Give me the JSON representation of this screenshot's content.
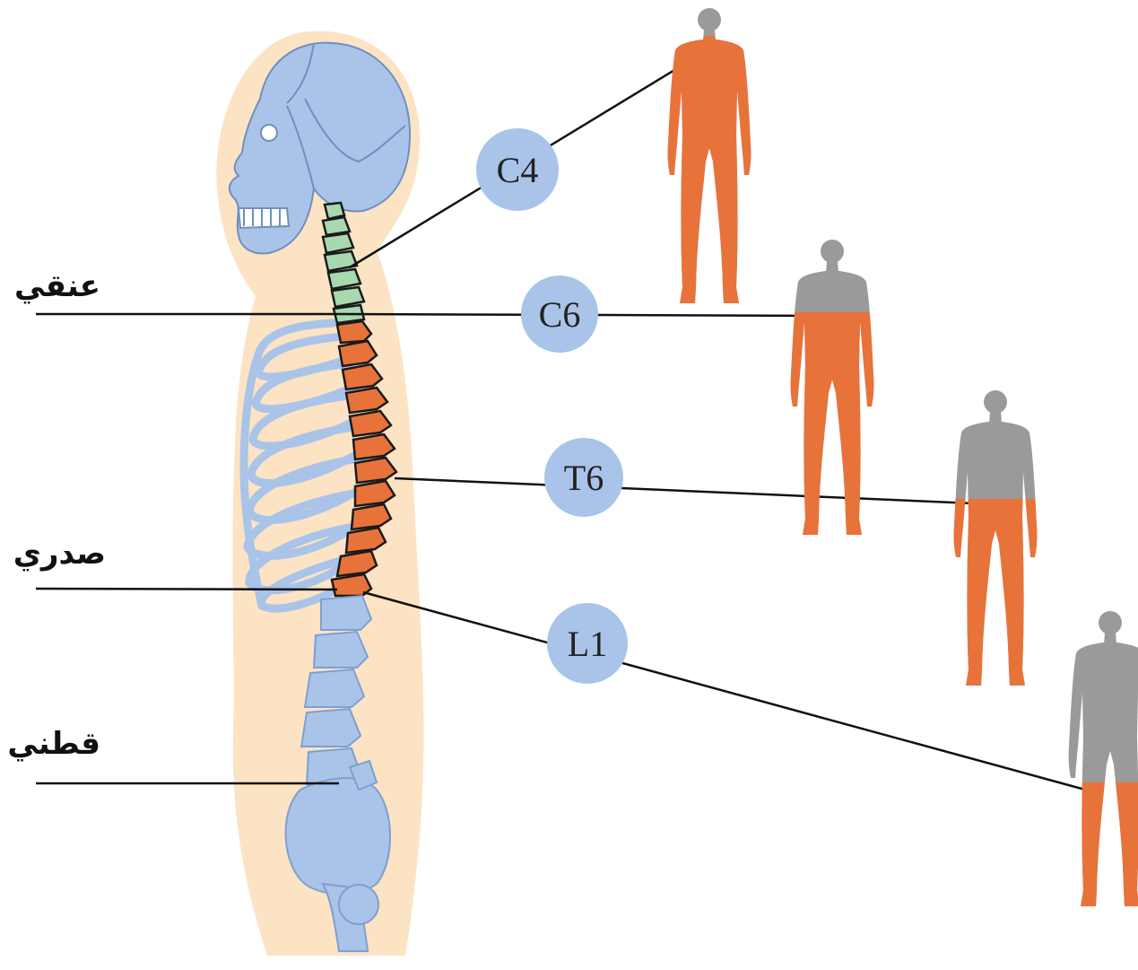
{
  "regions": [
    {
      "id": "cervical",
      "label": "عنقي"
    },
    {
      "id": "thoracic",
      "label": "صدري"
    },
    {
      "id": "lumbar",
      "label": "قطني"
    }
  ],
  "levels": [
    {
      "id": "c4",
      "label": "C4",
      "affected": "from-neck"
    },
    {
      "id": "c6",
      "label": "C6",
      "affected": "from-chest"
    },
    {
      "id": "t6",
      "label": "T6",
      "affected": "from-waist"
    },
    {
      "id": "l1",
      "label": "L1",
      "affected": "from-thighs"
    }
  ],
  "colors": {
    "bone": "#a9c4e8",
    "bone_outline": "#7f9fcf",
    "skin": "#fbe3c4",
    "cervical_vertebrae": "#a8d8b0",
    "thoracic_vertebrae": "#e8733a",
    "badge": "#a9c4e8",
    "affected": "#e8733a",
    "unaffected": "#9a9a9a",
    "line": "#111111"
  }
}
